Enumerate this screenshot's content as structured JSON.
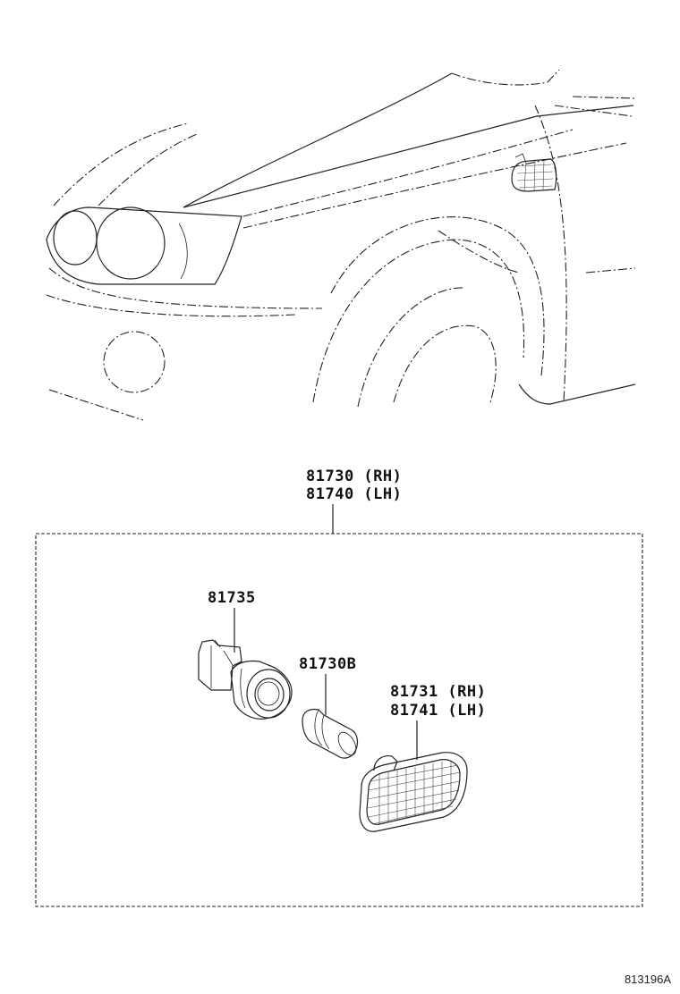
{
  "diagram": {
    "assembly_part": {
      "line1": "81730 (RH)",
      "line2": "81740 (LH)"
    },
    "socket_part": "81735",
    "bulb_part": "81730B",
    "lens_part": {
      "line1": "81731 (RH)",
      "line2": "81741 (LH)"
    },
    "reference_code": "813196A"
  }
}
